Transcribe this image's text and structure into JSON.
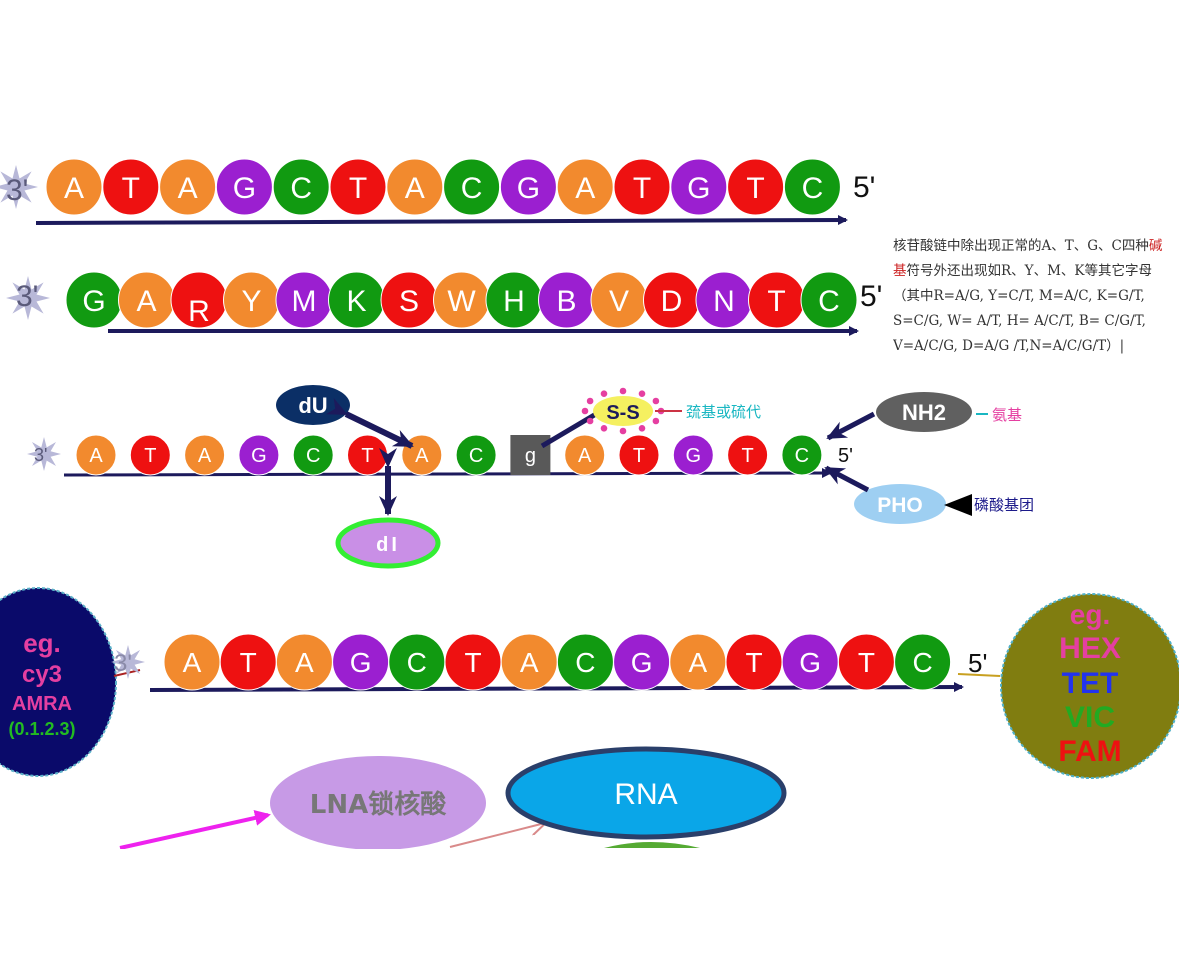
{
  "colors": {
    "A": "#f28a2e",
    "T": "#ee1111",
    "G": "#9b1fd0",
    "C": "#119a11",
    "other": "#1a8f1a",
    "arrow": "#1c1a5c",
    "star": "#b8b8d8",
    "dU": "#0b2f66",
    "dI": "#c98fe6",
    "dIborder": "#33ee33",
    "SS": "#f5f060",
    "SSdot": "#e53fa1",
    "NH2": "#606060",
    "PHO": "#9ecff2",
    "leftCircle": "#0a0a6a",
    "rightCircle": "#807d10",
    "LNA": "#c79ae6",
    "RNA": "#0aa6e8",
    "RNAborder": "#2a3f6a"
  },
  "strand1": {
    "label3": "3'",
    "label5": "5'",
    "bases": [
      "A",
      "T",
      "A",
      "G",
      "C",
      "T",
      "A",
      "C",
      "G",
      "A",
      "T",
      "G",
      "T",
      "C"
    ]
  },
  "strand2": {
    "label3": "3'",
    "label5": "5'",
    "bases": [
      {
        "t": "G",
        "c": "C",
        "label": "G"
      },
      {
        "t": "A",
        "c": "A",
        "label": "A"
      },
      {
        "t": "R",
        "c": "T",
        "label": "R"
      },
      {
        "t": "Y",
        "c": "A",
        "label": "Y"
      },
      {
        "t": "M",
        "c": "G",
        "label": "M"
      },
      {
        "t": "K",
        "c": "C",
        "label": "K"
      },
      {
        "t": "S",
        "c": "T",
        "label": "S"
      },
      {
        "t": "W",
        "c": "A",
        "label": "W"
      },
      {
        "t": "H",
        "c": "C",
        "label": "H"
      },
      {
        "t": "B",
        "c": "G",
        "label": "B"
      },
      {
        "t": "V",
        "c": "A",
        "label": "V"
      },
      {
        "t": "D",
        "c": "T",
        "label": "D"
      },
      {
        "t": "N",
        "c": "G",
        "label": "N"
      },
      {
        "t": "T",
        "c": "T",
        "label": "T"
      },
      {
        "t": "C",
        "c": "C",
        "label": "C"
      }
    ]
  },
  "annotation": {
    "lines": [
      [
        "核苷酸链中除出现正常的A、T、G、C四种",
        "碱"
      ],
      [
        "基",
        "符号外还出现如R、Y、M、K等其它字母"
      ],
      [
        "（其中R=A/G, Y=C/T, M=A/C, K=G/T,",
        ""
      ],
      [
        "S=C/G, W= A/T, H= A/C/T, B= C/G/T,",
        ""
      ],
      [
        "V=A/C/G, D=A/G /T,N=A/C/G/T）|",
        ""
      ]
    ]
  },
  "strand3": {
    "label3": "3'",
    "label5": "5'",
    "bases": [
      "A",
      "T",
      "A",
      "G",
      "C",
      "T",
      "A",
      "C",
      "g",
      "A",
      "T",
      "G",
      "T",
      "C"
    ],
    "dU": "dU",
    "dI": "dI",
    "ss": "S-S",
    "ssNote": "巯基或硫代",
    "nh2": "NH2",
    "nh2Note": "氨基",
    "pho": "PHO",
    "phoNote": "磷酸基团"
  },
  "strand4": {
    "label3": "3'",
    "label5": "5'",
    "bases": [
      "A",
      "T",
      "A",
      "G",
      "C",
      "T",
      "A",
      "C",
      "G",
      "A",
      "T",
      "G",
      "T",
      "C"
    ],
    "left": [
      {
        "text": "eg.",
        "color": "#e53fa1"
      },
      {
        "text": "cy3",
        "color": "#e53fa1"
      },
      {
        "text": "AMRA",
        "color": "#e53fa1"
      },
      {
        "text": "(0.1.2.3)",
        "color": "#22bb22"
      }
    ],
    "right": [
      {
        "text": "eg.",
        "color": "#e53fa1"
      },
      {
        "text": "HEX",
        "color": "#e53fa1"
      },
      {
        "text": "TET",
        "color": "#2233ee"
      },
      {
        "text": "VIC",
        "color": "#22aa22"
      },
      {
        "text": "FAM",
        "color": "#ee1111"
      }
    ]
  },
  "bottom": {
    "lna": "LNA锁核酸",
    "rna": "RNA"
  }
}
